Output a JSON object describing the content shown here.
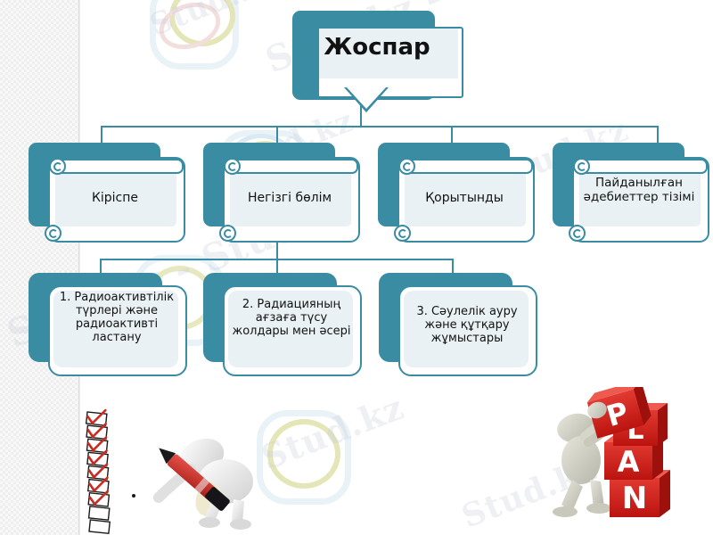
{
  "slide": {
    "background_color": "#ffffff",
    "accent_color": "#3a8ca3",
    "panel_color": "#eaf1f5",
    "watermark_text": "Stud.kz - Stud.kz"
  },
  "diagram": {
    "type": "organization-chart",
    "root": {
      "label": "Жоспар"
    },
    "level2": [
      {
        "label": "Кіріспе"
      },
      {
        "label": "Негізгі бөлім"
      },
      {
        "label": "Қорытынды"
      },
      {
        "label": "Пайданылған әдебиеттер тізімі"
      }
    ],
    "level3": [
      {
        "label": "1. Радиоактивтілік түрлері және радиоактивті ластану"
      },
      {
        "label": "2. Радиацияның ағзаға түсу жолдары мен әсері"
      },
      {
        "label": "3. Сәулелік ауру және құтқару жұмыстары"
      }
    ]
  },
  "illustrations": {
    "checklist_figure": {
      "name": "person-with-pencil-checking-list",
      "pencil_colors": [
        "#c0392b",
        "#1a1a1a"
      ],
      "check_color": "#cc2a20"
    },
    "plan_blocks_figure": {
      "name": "person-stacking-plan-blocks",
      "block_color": "#d62020",
      "letters": [
        "P",
        "L",
        "A",
        "N"
      ]
    }
  },
  "watermarks": [
    {
      "text": "Stud.kz - Stud.kz"
    },
    {
      "text": "Stud.kz"
    },
    {
      "text": "Stud.kz"
    },
    {
      "text": "Stud.kz - Stud.kz"
    },
    {
      "text": "Stud.kz"
    },
    {
      "text": "Stud.kz"
    }
  ]
}
